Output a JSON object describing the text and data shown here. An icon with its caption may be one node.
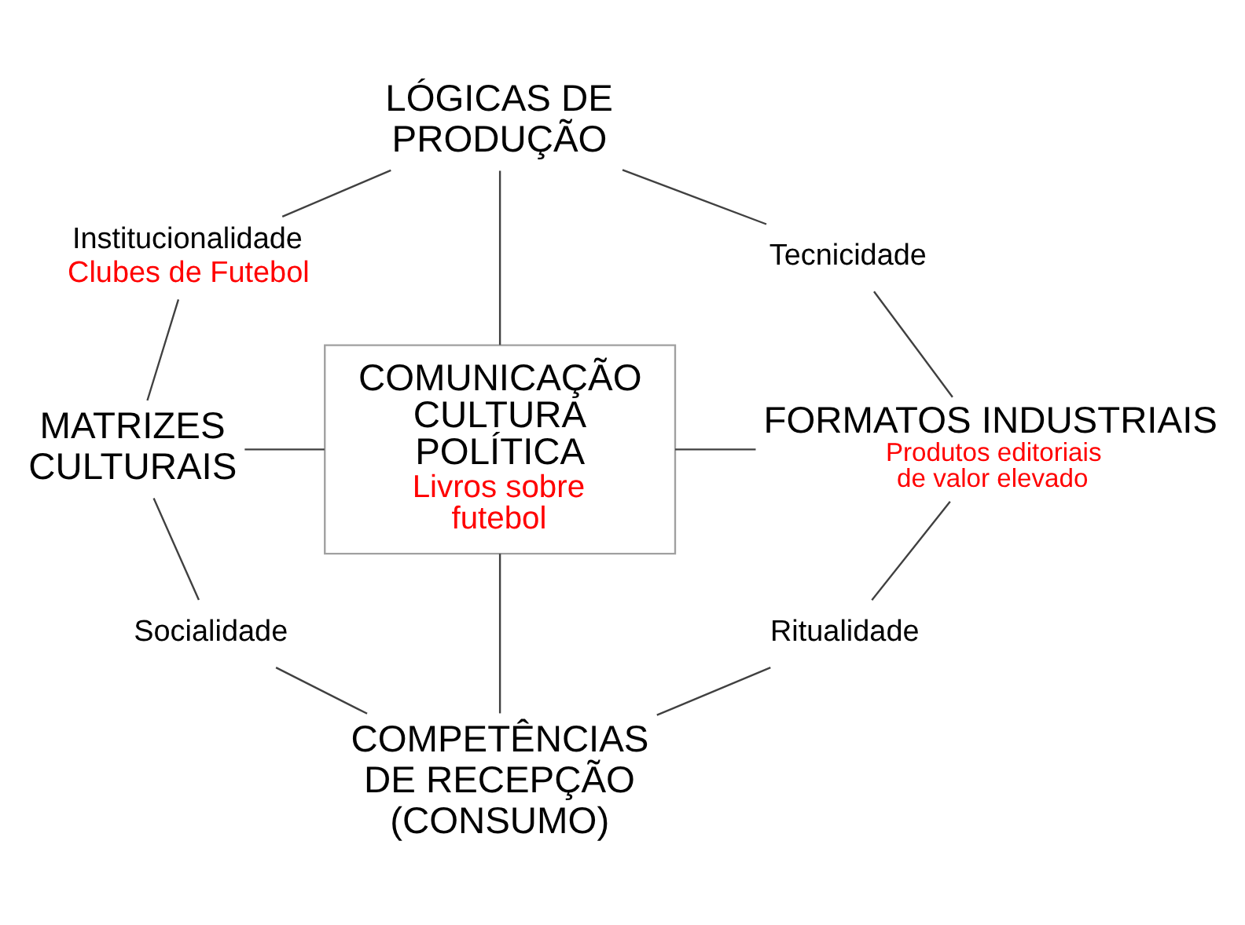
{
  "diagram": {
    "nodes": [
      {
        "text": [
          "COMUNICAÇÃO CULTURA POLÍTICA",
          "Livros sobre futebol"
        ]
      },
      {
        "text": [
          "LÓGICAS DE PRODUÇÃO"
        ]
      },
      {
        "text": [
          "Institucionalidade",
          "Clubes de Futebol"
        ]
      },
      {
        "text": [
          "Tecnicidade"
        ]
      },
      {
        "text": [
          "MATRIZES CULTURAIS"
        ]
      },
      {
        "text": [
          "FORMATOS INDUSTRIAIS",
          "Produtos editoriais de valor elevado"
        ]
      },
      {
        "text": [
          "Socialidade"
        ]
      },
      {
        "text": [
          "Ritualidade"
        ]
      },
      {
        "text": [
          "COMPETÊNCIAS DE RECEPÇÃO",
          "(CONSUMO)"
        ]
      }
    ],
    "edges": [
      {
        "from": 1,
        "to": 2,
        "arrow": "none"
      },
      {
        "from": 2,
        "to": 4,
        "arrow": "none"
      },
      {
        "from": 1,
        "to": 3,
        "arrow": "none"
      },
      {
        "from": 3,
        "to": 5,
        "arrow": "none"
      },
      {
        "from": 4,
        "to": 6,
        "arrow": "none"
      },
      {
        "from": 6,
        "to": 8,
        "arrow": "none"
      },
      {
        "from": 5,
        "to": 7,
        "arrow": "none"
      },
      {
        "from": 7,
        "to": 8,
        "arrow": "none"
      },
      {
        "from": 1,
        "to": 0,
        "arrow": "none"
      },
      {
        "from": 4,
        "to": 0,
        "arrow": "none"
      },
      {
        "from": 0,
        "to": 5,
        "arrow": "none"
      },
      {
        "from": 0,
        "to": 8,
        "arrow": "none"
      }
    ]
  }
}
